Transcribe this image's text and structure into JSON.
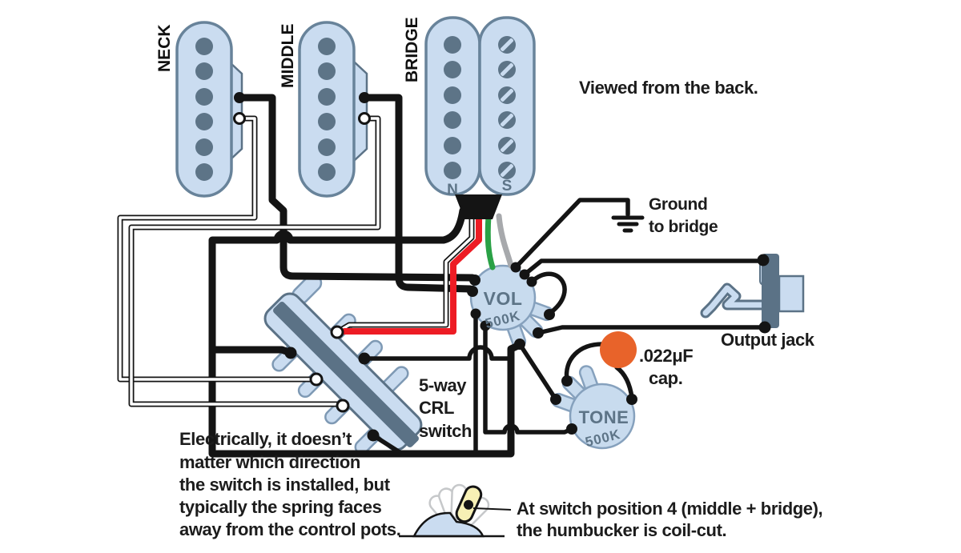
{
  "pickups": {
    "neck": "NECK",
    "middle": "MIDDLE",
    "bridge": "BRIDGE",
    "coil_north": "N",
    "coil_south": "S"
  },
  "pots": {
    "volume_label": "VOL",
    "volume_value": "500K",
    "tone_label": "TONE",
    "tone_value": "500K"
  },
  "capacitor": {
    "line1": ".022μF",
    "line2": "cap."
  },
  "annotations": {
    "viewed": "Viewed from the back.",
    "ground_line1": "Ground",
    "ground_line2": "to bridge",
    "output_jack": "Output jack",
    "switch_line1": "5-way",
    "switch_line2": "CRL",
    "switch_line3": "switch",
    "note_lines": [
      "Electrically, it doesn’t",
      "matter which direction",
      "the switch is installed, but",
      "typically the spring faces",
      "away from the control pots."
    ],
    "position_line1": "At switch position 4 (middle + bridge),",
    "position_line2": "the humbucker is coil-cut."
  },
  "wire_colors": {
    "hot_black": "#141414",
    "humbucker_red": "#ed1c24",
    "humbucker_green": "#2aa146",
    "humbucker_gray": "#a7a9ac"
  },
  "colors": {
    "pickup_fill": "#cadcf0",
    "outline_slate": "#5b7286",
    "pole_dot": "#5d7487",
    "pot_fill": "#c8dbee",
    "cap_orange": "#e8632a",
    "lever_yellow": "#f7f0b5"
  }
}
